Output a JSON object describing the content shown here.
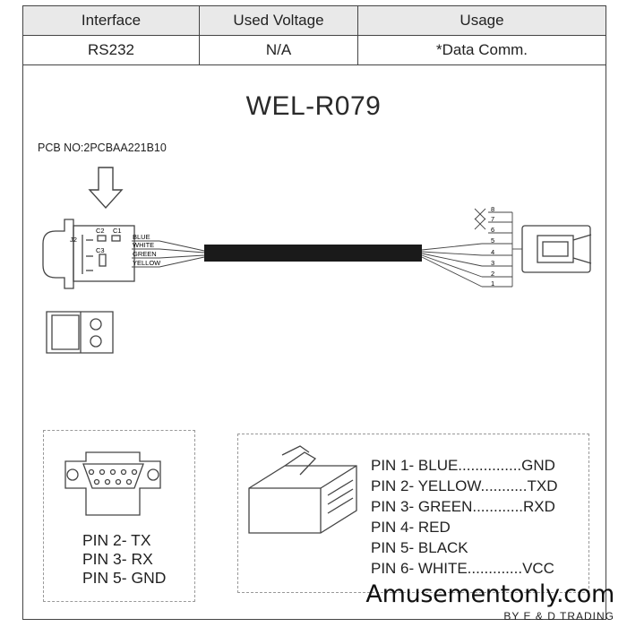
{
  "table": {
    "headers": [
      "Interface",
      "Used Voltage",
      "Usage"
    ],
    "row": [
      "RS232",
      "N/A",
      "*Data Comm."
    ]
  },
  "model": "WEL-R079",
  "pcb_no": "PCB NO:2PCBAA221B10",
  "connector_labels": {
    "j2": "J2",
    "c1": "C1",
    "c2": "C2",
    "c3": "C3"
  },
  "wire_colors": [
    "BLUE",
    "WHITE",
    "GREEN",
    "YELLOW"
  ],
  "rj_pins": [
    "8",
    "7",
    "6",
    "5",
    "4",
    "3",
    "2",
    "1"
  ],
  "db9_pins": [
    "PIN 2- TX",
    "PIN 3- RX",
    "PIN 5- GND"
  ],
  "rj_pinout": [
    "PIN 1- BLUE...............GND",
    "PIN 2- YELLOW...........TXD",
    "PIN 3- GREEN............RXD",
    "PIN 4- RED",
    "PIN 5- BLACK",
    "PIN 6- WHITE.............VCC"
  ],
  "brand": {
    "name": "Amusementonly.com",
    "tagline": "BY E & D TRADING"
  },
  "colors": {
    "cable": "#1a1a1a",
    "line": "#444444",
    "dash": "#999999"
  }
}
